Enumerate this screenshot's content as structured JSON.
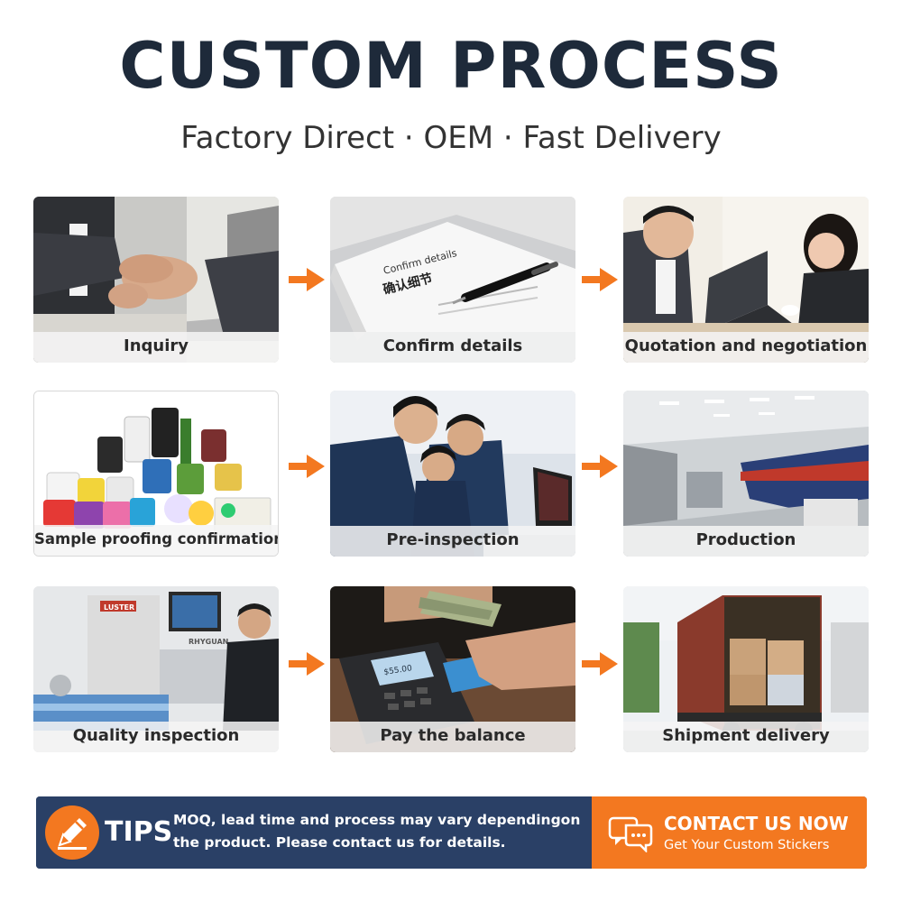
{
  "header": {
    "title": "CUSTOM PROCESS",
    "subtitle": "Factory Direct · OEM · Fast Delivery"
  },
  "steps": [
    {
      "label": "Inquiry"
    },
    {
      "label": "Confirm details"
    },
    {
      "label": "Quotation and negotiation"
    },
    {
      "label": "Sample proofing confirmation"
    },
    {
      "label": "Pre-inspection"
    },
    {
      "label": "Production"
    },
    {
      "label": "Quality inspection"
    },
    {
      "label": "Pay the balance"
    },
    {
      "label": "Shipment delivery"
    }
  ],
  "photo_text": {
    "confirm_doc_en": "Confirm details",
    "confirm_doc_cn": "确认细节",
    "printer_brand": "LUSTER",
    "machine_brand": "RHYGUAN",
    "terminal_display": "$55.00"
  },
  "tips": {
    "label": "TIPS",
    "line1": "MOQ, lead time and process may vary dependingon",
    "line2": "the product. Please contact us for details."
  },
  "contact": {
    "title": "CONTACT US NOW",
    "subtitle": "Get Your Custom Stickers"
  },
  "colors": {
    "accent": "#f37820",
    "navy": "#2a4066",
    "title": "#1e2a3a"
  },
  "icons": {
    "arrow": "arrow-right-icon",
    "tips": "pencil-icon",
    "contact": "chat-bubbles-icon"
  }
}
